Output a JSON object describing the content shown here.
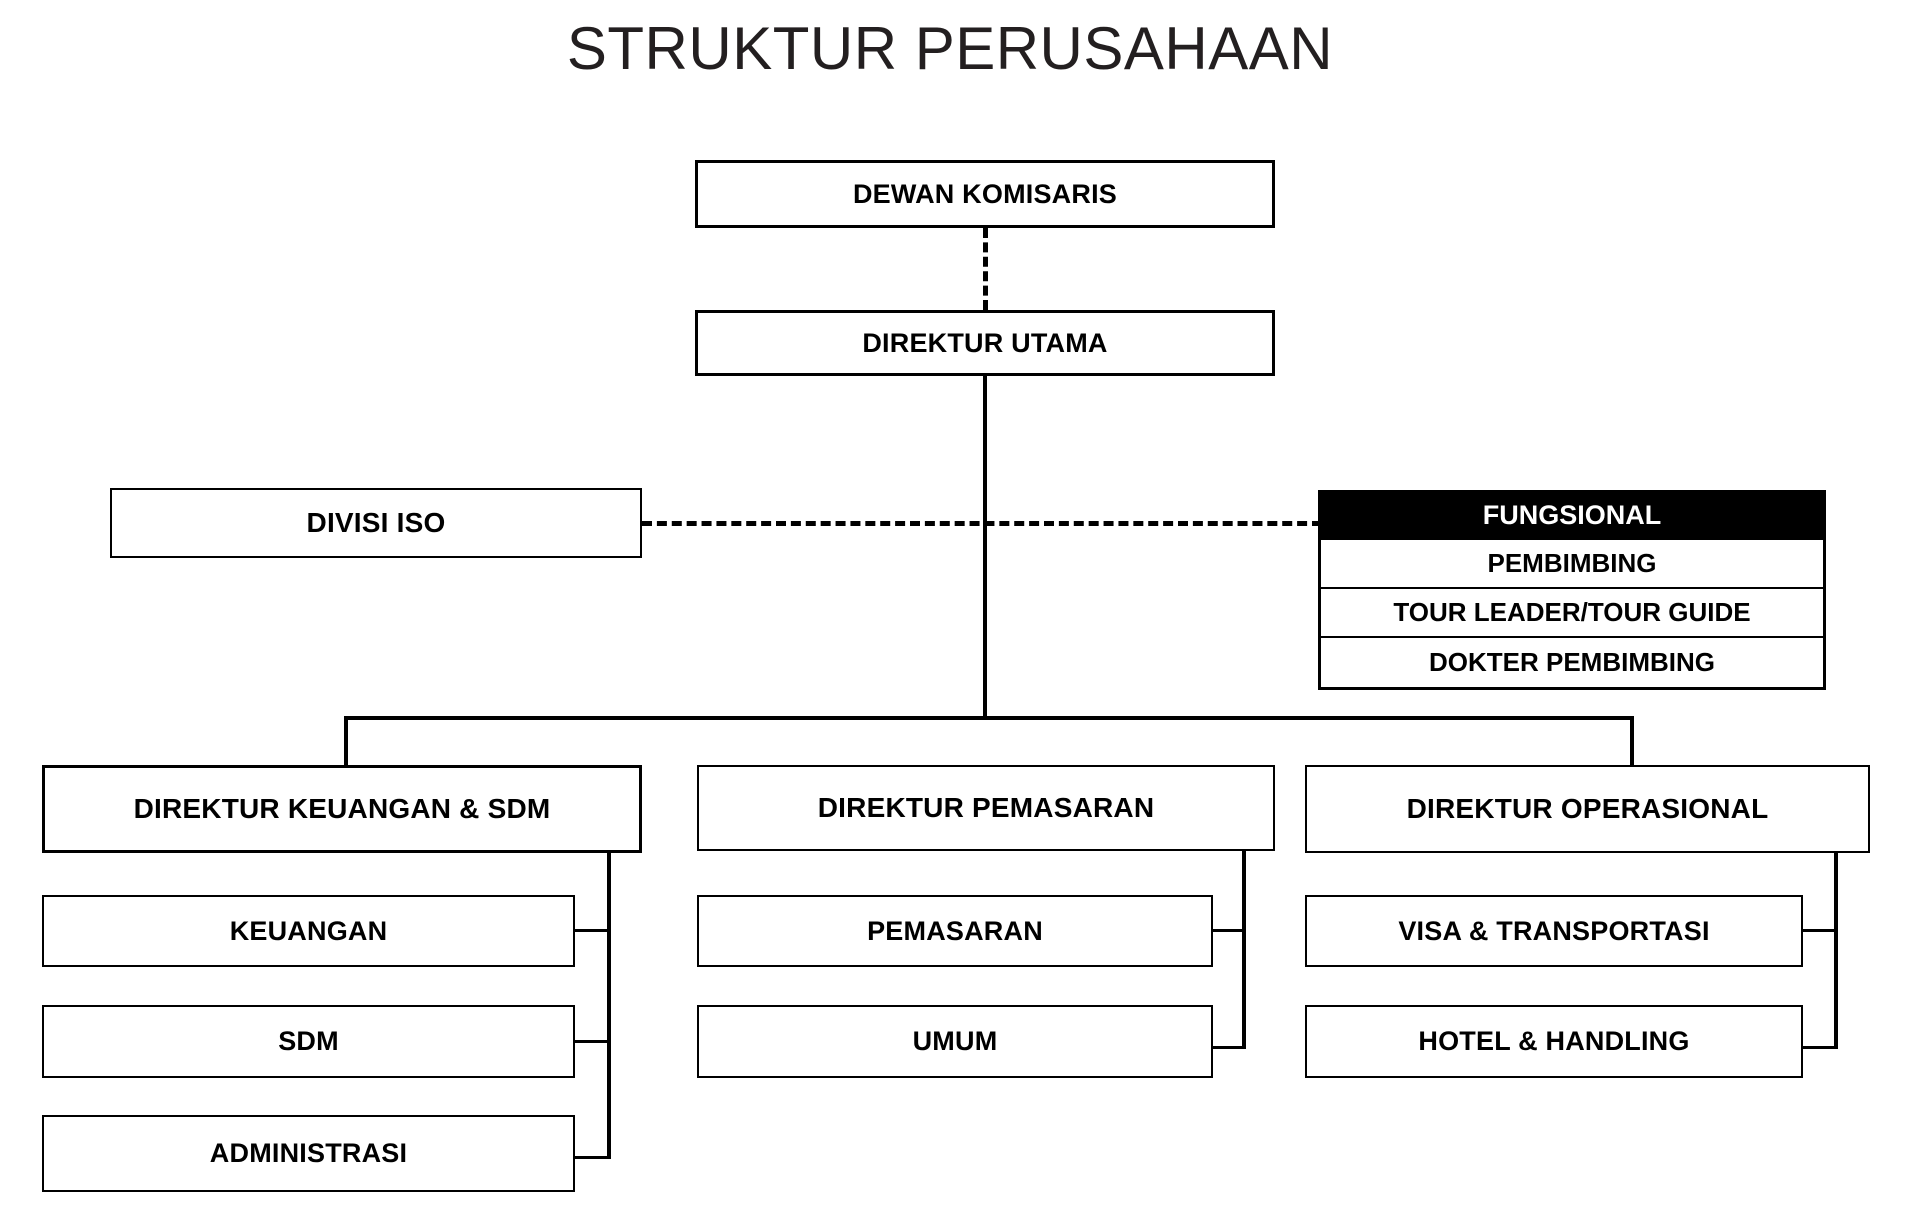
{
  "page": {
    "title": "STRUKTUR PERUSAHAAN",
    "background_color": "#ffffff",
    "line_color": "#000000",
    "text_color": "#000000",
    "title_color": "#231f20",
    "accent_fill": "#000000",
    "accent_text": "#ffffff"
  },
  "chart_data": {
    "type": "diagram",
    "diagram_type": "organizational-chart",
    "title": "STRUKTUR PERUSAHAAN",
    "nodes": [
      {
        "id": "dewan-komisaris",
        "label": "DEWAN KOMISARIS",
        "level": 0
      },
      {
        "id": "direktur-utama",
        "label": "DIREKTUR UTAMA",
        "level": 1
      },
      {
        "id": "divisi-iso",
        "label": "DIVISI ISO",
        "level": 2
      },
      {
        "id": "fungsional",
        "label": "FUNGSIONAL",
        "level": 2,
        "highlighted": true
      },
      {
        "id": "pembimbing",
        "label": "PEMBIMBING",
        "level": 3
      },
      {
        "id": "tour-leader",
        "label": "TOUR LEADER/TOUR GUIDE",
        "level": 3
      },
      {
        "id": "dokter-pembimbing",
        "label": "DOKTER PEMBIMBING",
        "level": 3
      },
      {
        "id": "dir-keuangan-sdm",
        "label": "DIREKTUR KEUANGAN & SDM",
        "level": 2
      },
      {
        "id": "dir-pemasaran",
        "label": "DIREKTUR PEMASARAN",
        "level": 2
      },
      {
        "id": "dir-operasional",
        "label": "DIREKTUR OPERASIONAL",
        "level": 2
      },
      {
        "id": "keuangan",
        "label": "KEUANGAN",
        "level": 3
      },
      {
        "id": "sdm",
        "label": "SDM",
        "level": 3
      },
      {
        "id": "administrasi",
        "label": "ADMINISTRASI",
        "level": 3
      },
      {
        "id": "pemasaran",
        "label": "PEMASARAN",
        "level": 3
      },
      {
        "id": "umum",
        "label": "UMUM",
        "level": 3
      },
      {
        "id": "visa-transportasi",
        "label": "VISA & TRANSPORTASI",
        "level": 3
      },
      {
        "id": "hotel-handling",
        "label": "HOTEL & HANDLING",
        "level": 3
      }
    ],
    "edges": [
      {
        "from": "dewan-komisaris",
        "to": "direktur-utama",
        "style": "dashed"
      },
      {
        "from": "divisi-iso",
        "to": "fungsional",
        "style": "dashed"
      },
      {
        "from": "direktur-utama",
        "to": "dir-keuangan-sdm",
        "style": "solid"
      },
      {
        "from": "direktur-utama",
        "to": "dir-pemasaran",
        "style": "solid"
      },
      {
        "from": "direktur-utama",
        "to": "dir-operasional",
        "style": "solid"
      },
      {
        "from": "dir-keuangan-sdm",
        "to": "keuangan",
        "style": "solid"
      },
      {
        "from": "dir-keuangan-sdm",
        "to": "sdm",
        "style": "solid"
      },
      {
        "from": "dir-keuangan-sdm",
        "to": "administrasi",
        "style": "solid"
      },
      {
        "from": "dir-pemasaran",
        "to": "pemasaran",
        "style": "solid"
      },
      {
        "from": "dir-pemasaran",
        "to": "umum",
        "style": "solid"
      },
      {
        "from": "dir-operasional",
        "to": "visa-transportasi",
        "style": "solid"
      },
      {
        "from": "dir-operasional",
        "to": "hotel-handling",
        "style": "solid"
      }
    ]
  },
  "top": {
    "dewan_komisaris": "DEWAN KOMISARIS",
    "direktur_utama": "DIREKTUR UTAMA"
  },
  "staff": {
    "divisi_iso": "DIVISI ISO"
  },
  "fungsional": {
    "header": "FUNGSIONAL",
    "rows": [
      "PEMBIMBING",
      "TOUR LEADER/TOUR GUIDE",
      "DOKTER PEMBIMBING"
    ]
  },
  "columns": [
    {
      "director": "DIREKTUR KEUANGAN & SDM",
      "units": [
        "KEUANGAN",
        "SDM",
        "ADMINISTRASI"
      ]
    },
    {
      "director": "DIREKTUR PEMASARAN",
      "units": [
        "PEMASARAN",
        "UMUM"
      ]
    },
    {
      "director": "DIREKTUR OPERASIONAL",
      "units": [
        "VISA & TRANSPORTASI",
        "HOTEL & HANDLING"
      ]
    }
  ]
}
